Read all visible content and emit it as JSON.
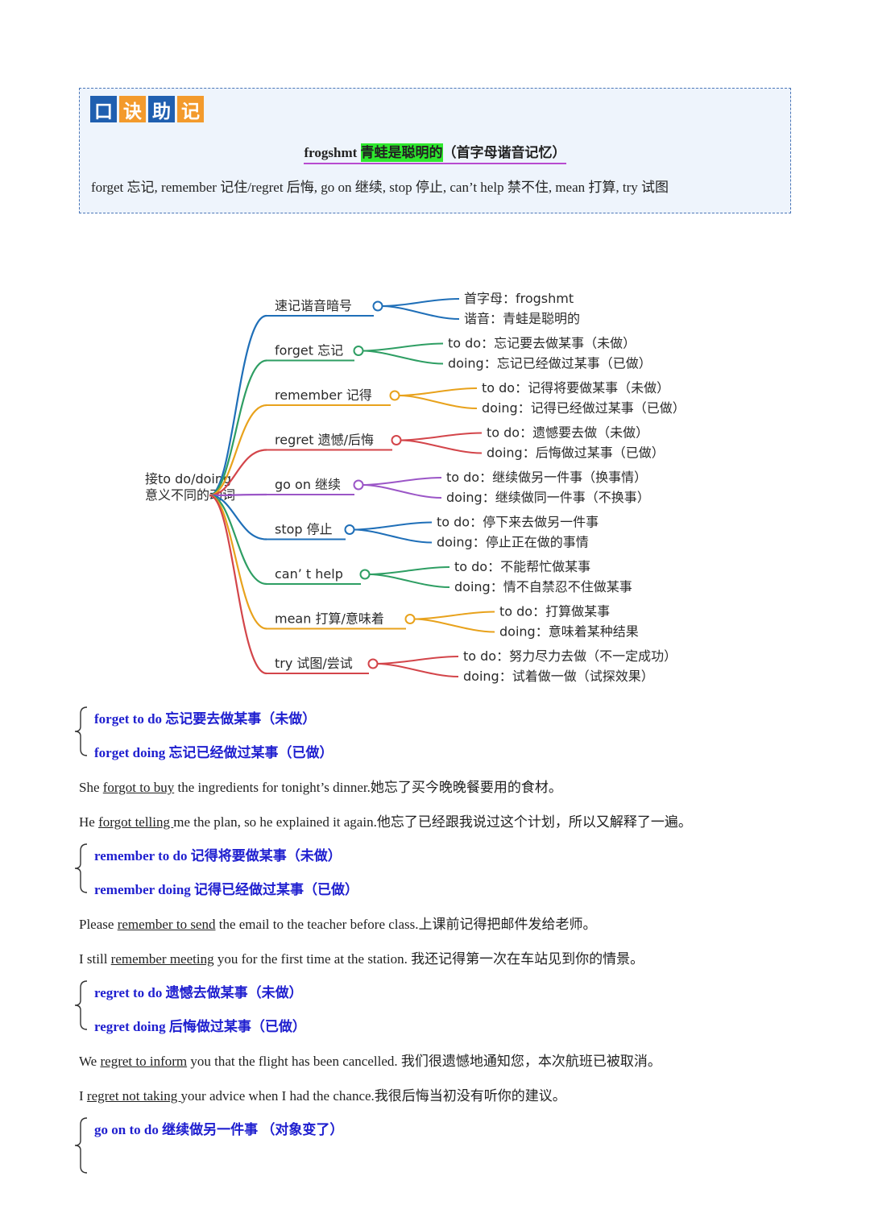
{
  "mnemonic": {
    "tiles": [
      "口",
      "诀",
      "助",
      "记"
    ],
    "title_en": "frogshmt",
    "title_hl": "青蛙是聪明的",
    "title_note": "（首字母谐音记忆）",
    "words": "forget 忘记, remember 记住/regret 后悔, go on 继续, stop 停止, can’t help 禁不住, mean 打算, try 试图"
  },
  "mindmap": {
    "root": [
      "接to do/doing",
      "意义不同的动词"
    ],
    "colors": [
      "#1f6fb8",
      "#2e9e63",
      "#e8a21c",
      "#d3454a",
      "#9b56c7",
      "#1f6fb8",
      "#2e9e63",
      "#e8a21c",
      "#d3454a"
    ],
    "branches": [
      {
        "label": "速记谐音暗号",
        "leaves": [
          "首字母：frogshmt",
          "谐音：青蛙是聪明的"
        ]
      },
      {
        "label": "forget 忘记",
        "leaves": [
          "to do：忘记要去做某事（未做）",
          "doing：忘记已经做过某事（已做）"
        ]
      },
      {
        "label": "remember 记得",
        "leaves": [
          "to do：记得将要做某事（未做）",
          "doing：记得已经做过某事（已做）"
        ]
      },
      {
        "label": "regret 遗憾/后悔",
        "leaves": [
          "to do：遗憾要去做（未做）",
          "doing：后悔做过某事（已做）"
        ]
      },
      {
        "label": "go on 继续",
        "leaves": [
          "to do：继续做另一件事（换事情）",
          "doing：继续做同一件事（不换事）"
        ]
      },
      {
        "label": "stop 停止",
        "leaves": [
          "to do：停下来去做另一件事",
          "doing：停止正在做的事情"
        ]
      },
      {
        "label": "can’ t help",
        "leaves": [
          "to do：不能帮忙做某事",
          "doing：情不自禁忍不住做某事"
        ]
      },
      {
        "label": "mean 打算/意味着",
        "leaves": [
          "to do：打算做某事",
          "doing：意味着某种结果"
        ]
      },
      {
        "label": "try 试图/尝试",
        "leaves": [
          "to do：努力尽力去做（不一定成功）",
          "doing：试着做一做（试探效果）"
        ]
      }
    ]
  },
  "sections": [
    {
      "rules": [
        "forget to do  忘记要去做某事（未做）",
        "forget doing  忘记已经做过某事（已做）"
      ],
      "examples": [
        {
          "pre": "She ",
          "u": "forgot to buy",
          "post": " the ingredients for tonight’s dinner.她忘了买今晚晚餐要用的食材。"
        },
        {
          "pre": "He ",
          "u": "forgot telling ",
          "post": "me the plan, so he explained it again.他忘了已经跟我说过这个计划，所以又解释了一遍。"
        }
      ]
    },
    {
      "rules": [
        "remember to do  记得将要做某事（未做）",
        "remember doing  记得已经做过某事（已做）"
      ],
      "examples": [
        {
          "pre": "Please ",
          "u": "remember to send",
          "post": " the email to the teacher before class.上课前记得把邮件发给老师。"
        },
        {
          "pre": "I still ",
          "u": "remember meeting",
          "post": " you for the first time at the station.  我还记得第一次在车站见到你的情景。"
        }
      ]
    },
    {
      "rules": [
        "regret to do  遗憾去做某事（未做）",
        "regret doing  后悔做过某事（已做）"
      ],
      "examples": [
        {
          "pre": "We ",
          "u": "regret to inform",
          "post": " you that the flight has been cancelled.  我们很遗憾地通知您，本次航班已被取消。"
        },
        {
          "pre": "I ",
          "u": "regret not taking ",
          "post": "your advice when I had the chance.我很后悔当初没有听你的建议。"
        }
      ]
    },
    {
      "rules": [
        "go on to do  继续做另一件事  （对象变了）"
      ],
      "examples": []
    }
  ]
}
